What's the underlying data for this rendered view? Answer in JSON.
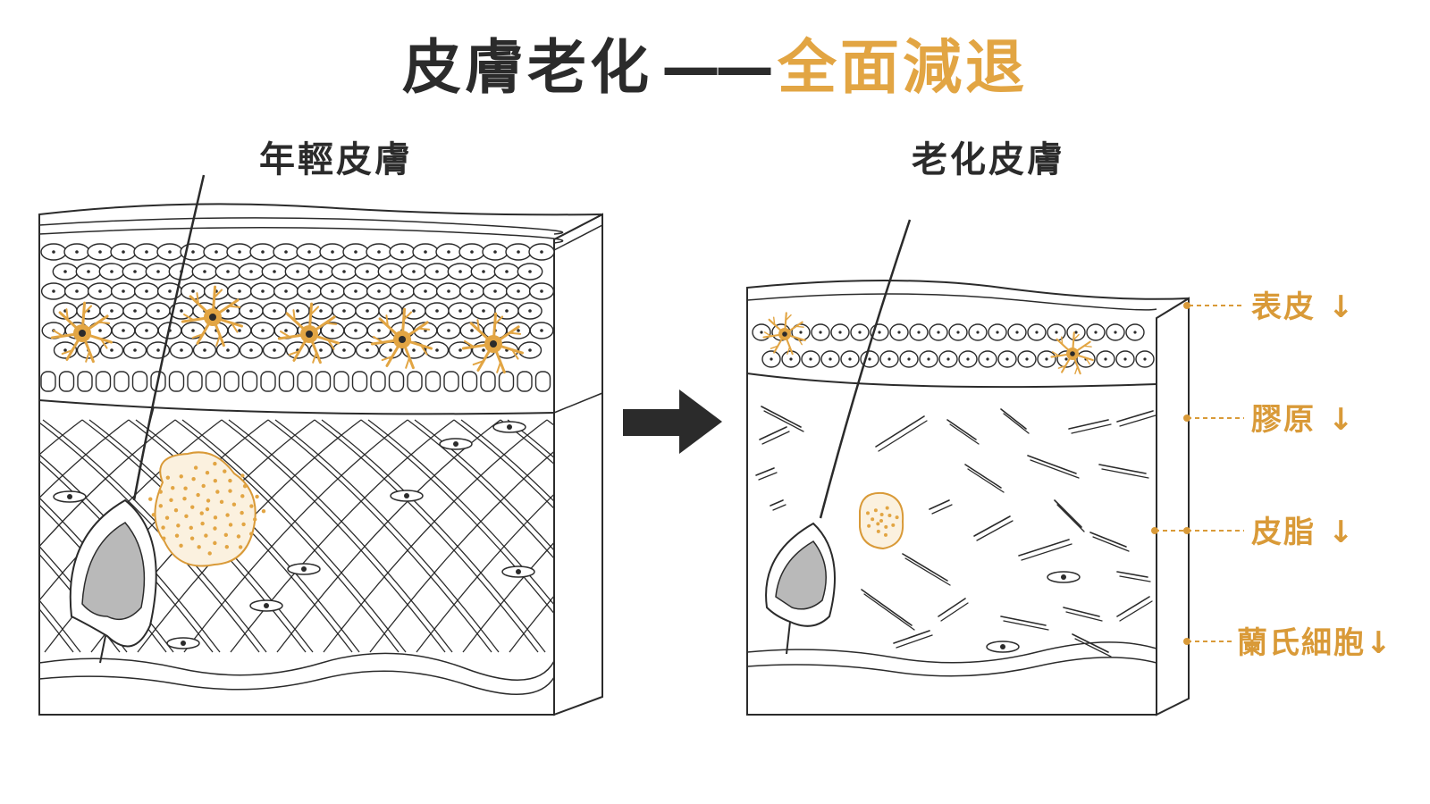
{
  "title": {
    "main": "皮膚老化",
    "dash": "——",
    "accent": "全面減退"
  },
  "panels": {
    "young": {
      "label": "年輕皮膚"
    },
    "aged": {
      "label": "老化皮膚"
    }
  },
  "callouts": [
    {
      "label": "表皮",
      "arrow": "↓"
    },
    {
      "label": "膠原",
      "arrow": "↓"
    },
    {
      "label": "皮脂",
      "arrow": "↓"
    },
    {
      "label": "蘭氏細胞",
      "arrow": "↓"
    }
  ],
  "colors": {
    "ink": "#2b2b2b",
    "accent": "#e2a543",
    "callout": "#d99a38",
    "cell_fill": "#ffffff"
  }
}
